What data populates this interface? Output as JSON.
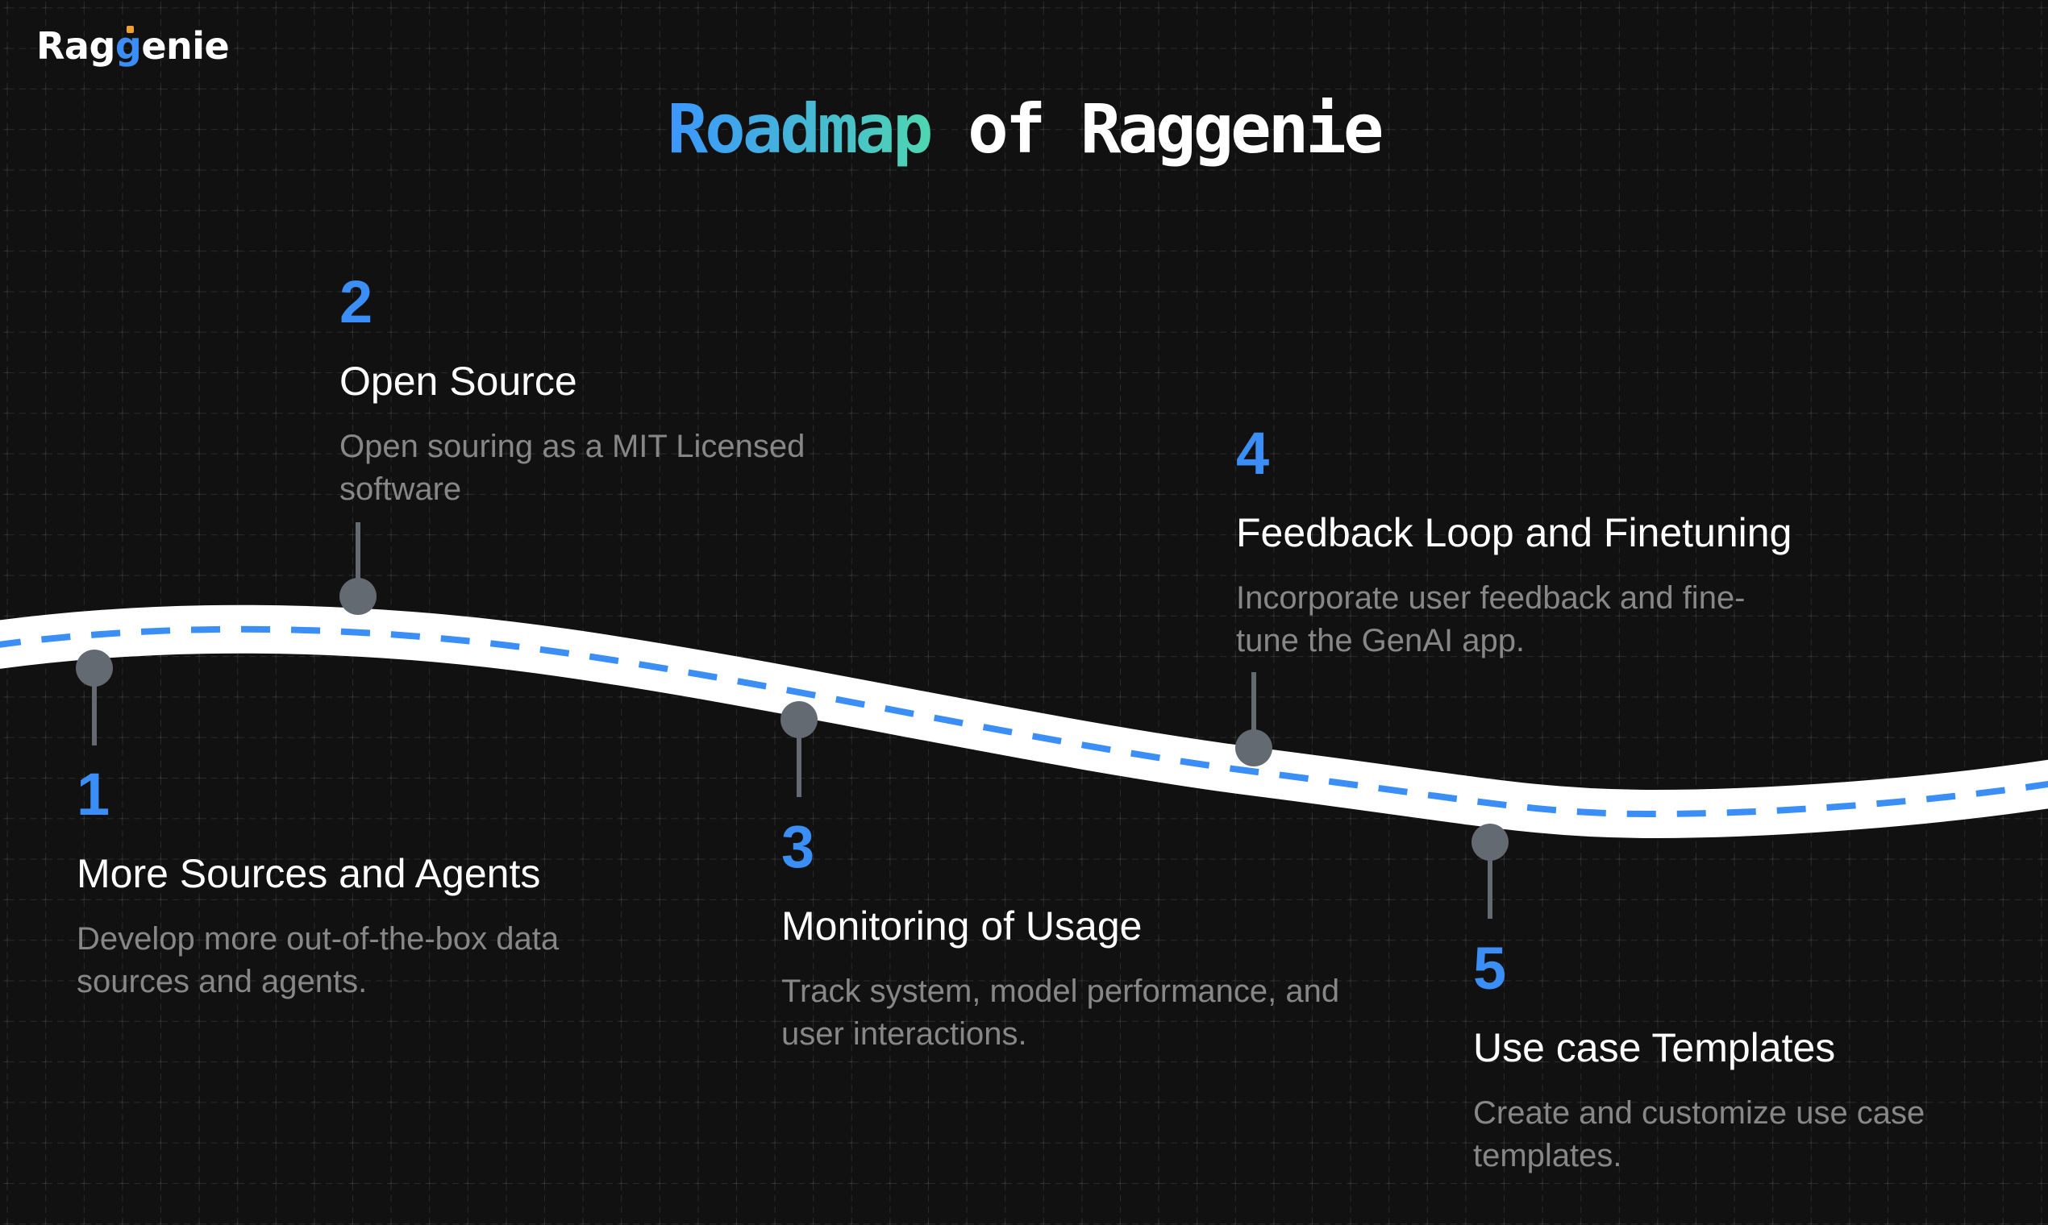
{
  "logo": {
    "part1": "Rag",
    "part2": "g",
    "part3": "enie"
  },
  "title": {
    "highlight": "Roadmap",
    "rest": " of Raggenie"
  },
  "colors": {
    "background": "#111111",
    "accent": "#3a8ef6",
    "gradient_start": "#3b96ff",
    "gradient_end": "#4fd6b0",
    "road": "#ffffff",
    "marker": "#646a72",
    "description": "#878787"
  },
  "milestones": [
    {
      "number": "1",
      "title": "More Sources and Agents",
      "desc_lines": [
        "Develop more out-of-the-box data",
        "sources and agents."
      ]
    },
    {
      "number": "2",
      "title": "Open Source",
      "desc_lines": [
        "Open souring as a MIT Licensed",
        "software"
      ]
    },
    {
      "number": "3",
      "title": "Monitoring of Usage",
      "desc_lines": [
        "Track system, model performance, and",
        "user interactions."
      ]
    },
    {
      "number": "4",
      "title": "Feedback Loop and Finetuning",
      "desc_lines": [
        "Incorporate user feedback and fine-",
        "tune the GenAI app."
      ]
    },
    {
      "number": "5",
      "title": "Use case Templates",
      "desc_lines": [
        "Create and customize use case",
        "templates."
      ]
    }
  ]
}
